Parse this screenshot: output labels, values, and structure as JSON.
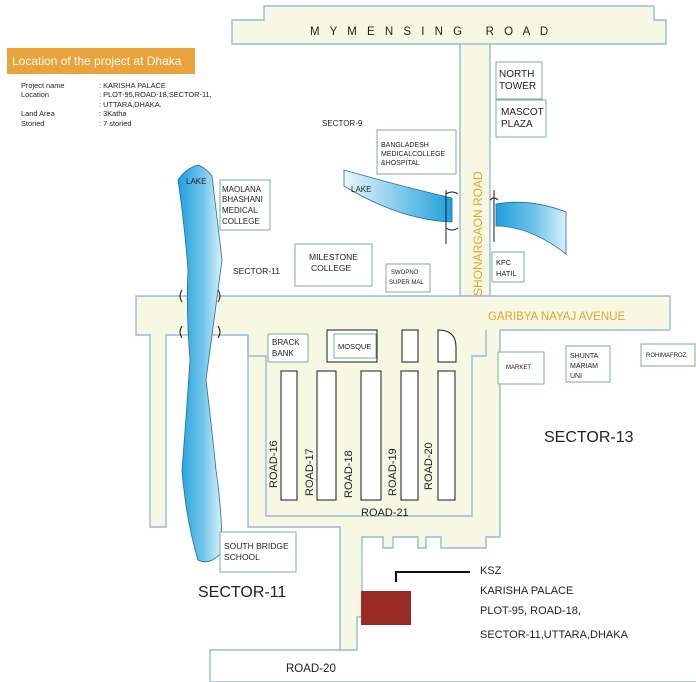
{
  "header": {
    "title": "Location of the project at Dhaka"
  },
  "project_info": [
    {
      "key": "Project name",
      "value": ": KARISHA PALACE"
    },
    {
      "key": "Location",
      "value": ": PLOT-95,ROAD-18,SECTOR-11,"
    },
    {
      "key": "",
      "value": ": UTTARA,DHAKA."
    },
    {
      "key": "Land Area",
      "value": ": 3Katha"
    },
    {
      "key": "Storied",
      "value": ": 7 storied"
    }
  ],
  "roads": {
    "mymensing": "M Y M E N S I N G   R O A D",
    "shonargaon": "SHONARGAON ROAD",
    "garibya": "GARIBYA NAYAJ AVENUE",
    "road16": "ROAD-16",
    "road17": "ROAD-17",
    "road18": "ROAD-18",
    "road19": "ROAD-19",
    "road20": "ROAD-20",
    "road21": "ROAD-21",
    "road20_bottom": "ROAD-20"
  },
  "sectors": {
    "sector9": "SECTOR-9",
    "sector11_small": "SECTOR-11",
    "sector13": "SECTOR-13",
    "sector11_large": "SECTOR-11"
  },
  "lakes": {
    "left": "LAKE",
    "center": "LAKE"
  },
  "landmarks": {
    "north_tower_1": "NORTH",
    "north_tower_2": "TOWER",
    "mascot_1": "MASCOT",
    "mascot_2": "PLAZA",
    "bmc_1": "BANGLADESH",
    "bmc_2": "MEDICALCOLLEGE",
    "bmc_3": "&HOSPITAL",
    "mbmc_1": "MAOLANA",
    "mbmc_2": "BHASHANI",
    "mbmc_3": "MEDICAL",
    "mbmc_4": "COLLEGE",
    "milestone_1": "MILESTONE",
    "milestone_2": "COLLEGE",
    "swopno_1": "SWOPNO",
    "swopno_2": "SUPER MAL",
    "kfc_1": "KFC",
    "kfc_2": "HATIL",
    "brack_1": "BRACK",
    "brack_2": "BANK",
    "mosque": "MOSQUE",
    "market": "MARKET",
    "shunta_1": "SHUNTA",
    "shunta_2": "MARIAM",
    "shunta_3": "UNI",
    "rohimafroz": "ROHIMAFROZ",
    "southbridge_1": "SOUTH BRIDGE",
    "southbridge_2": "SCHOOL"
  },
  "project_label": {
    "line1": "KSZ",
    "line2": "KARISHA PALACE",
    "line3": "PLOT-95, ROAD-18,",
    "line4": "SECTOR-11,UTTARA,DHAKA"
  },
  "colors": {
    "road_fill": "#f6f8e4",
    "road_stroke": "#9bb8d6",
    "lake_blue": "#2aa6e0",
    "header_orange": "#e8a33a",
    "road_name_orange": "#e0a52a",
    "project_plot": "#9b2a25",
    "landmark_border": "#7fb08e"
  }
}
